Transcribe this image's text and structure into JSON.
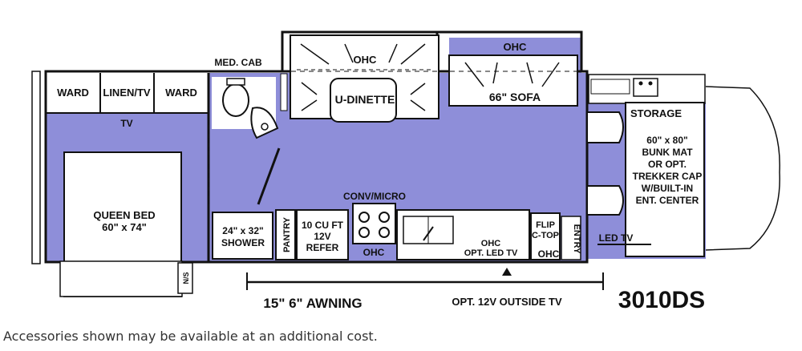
{
  "colors": {
    "floor": "#8e8ed9",
    "wall": "#111111",
    "background": "#ffffff"
  },
  "labels": {
    "med_cab": "MED. CAB",
    "ward_left": "WARD",
    "linen_tv": "LINEN/TV",
    "ward_right": "WARD",
    "tv": "TV",
    "queen_bed_1": "QUEEN BED",
    "queen_bed_2": "60\" x 74\"",
    "ns": "N/S",
    "ohc_dinette": "OHC",
    "u_dinette": "U-DINETTE",
    "ohc_sofa": "OHC",
    "sofa": "66\" SOFA",
    "storage": "STORAGE",
    "bunk_1": "60\" x 80\"",
    "bunk_2": "BUNK MAT",
    "bunk_3": "OR OPT.",
    "bunk_4": "TREKKER CAP",
    "bunk_5": "W/BUILT-IN",
    "bunk_6": "ENT. CENTER",
    "conv_micro": "CONV/MICRO",
    "shower_1": "24\" x 32\"",
    "shower_2": "SHOWER",
    "pantry": "PANTRY",
    "refer_1": "10 CU FT",
    "refer_2": "12V",
    "refer_3": "REFER",
    "ohc_stove": "OHC",
    "ohc_tv_1": "OHC",
    "ohc_tv_2": "OPT. LED TV",
    "flip_1": "FLIP",
    "flip_2": "C-TOP",
    "ohc_flip": "OHC",
    "entry": "ENTRY",
    "led_tv": "LED TV",
    "awning": "15\" 6\" AWNING",
    "outside_tv": "OPT. 12V OUTSIDE TV",
    "model": "3010DS"
  },
  "caption": "Accessories shown may be available at an additional cost."
}
